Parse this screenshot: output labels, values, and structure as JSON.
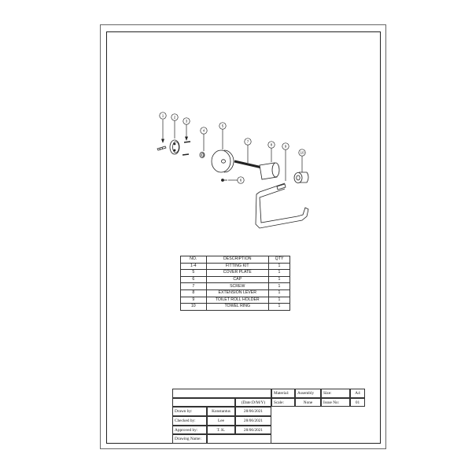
{
  "callouts": [
    "1",
    "2",
    "3",
    "4",
    "5",
    "6",
    "7",
    "8",
    "9",
    "10"
  ],
  "parts_table": {
    "headers": {
      "no": "NO.",
      "description": "DESCRIPTION",
      "qty": "QTY"
    },
    "rows": [
      {
        "no": "1-4",
        "description": "FITTING KIT",
        "qty": "1"
      },
      {
        "no": "5",
        "description": "COVER PLATE",
        "qty": "1"
      },
      {
        "no": "6",
        "description": "CAP",
        "qty": "1"
      },
      {
        "no": "7",
        "description": "SCREW",
        "qty": "1"
      },
      {
        "no": "8",
        "description": "EXTENSION LEVER",
        "qty": "1"
      },
      {
        "no": "9",
        "description": "TOILET ROLL HOLDER",
        "qty": "1"
      },
      {
        "no": "10",
        "description": "TOWEL RING",
        "qty": "1"
      }
    ]
  },
  "title_block": {
    "material_label": "Material:",
    "material_value": "Assembly",
    "size_label": "Size:",
    "size_value": "A4",
    "date_format": "(Date:D/M/Y)",
    "scale_label": "Scale:",
    "scale_value": "None",
    "issue_label": "Issue No:",
    "issue_value": "01",
    "drawn_label": "Drawn by:",
    "drawn_name": "Konstantus",
    "drawn_date": "28/06/2021",
    "checked_label": "Checked by:",
    "checked_name": "Lee",
    "checked_date": "28/06/2021",
    "approved_label": "Approved by:",
    "approved_name": "T. K.",
    "approved_date": "28/06/2021",
    "drawing_name_label": "Drawing Name:",
    "drawing_name_value": ""
  }
}
